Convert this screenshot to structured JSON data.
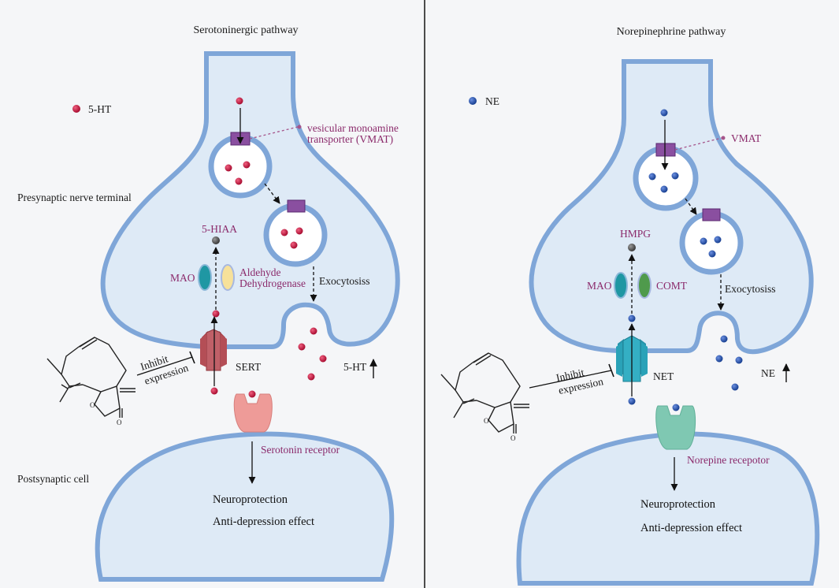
{
  "left": {
    "title": "Serotoninergic pathway",
    "legend": "5-HT",
    "presynaptic": "Presynaptic nerve terminal",
    "postsynaptic": "Postsynaptic cell",
    "vmat_line1": "vesicular monoamine",
    "vmat_line2": "transporter (VMAT)",
    "metabolite": "5-HIAA",
    "enzyme1": "MAO",
    "enzyme2_line1": "Aldehyde",
    "enzyme2_line2": "Dehydrogenase",
    "exocytosis": "Exocytosiss",
    "inhibit": "Inhibit",
    "expression": "expression",
    "transporter": "SERT",
    "level": "5-HT",
    "receptor": "Serotonin receptor",
    "effect1": "Neuroprotection",
    "effect2": "Anti-depression effect"
  },
  "right": {
    "title": "Norepinephrine pathway",
    "legend": "NE",
    "vmat": "VMAT",
    "metabolite": "HMPG",
    "enzyme1": "MAO",
    "enzyme2": "COMT",
    "exocytosis": "Exocytosiss",
    "inhibit": "Inhibit",
    "expression": "expression",
    "transporter": "NET",
    "level": "NE",
    "receptor": "Norepine recepotor",
    "effect1": "Neuroprotection",
    "effect2": "Anti-depression effect"
  },
  "colors": {
    "panel_bg": "#f5f6f8",
    "cell_fill": "#deeaf6",
    "membrane": "#7fa6d8",
    "serotonin": "#c0143c",
    "norepinephrine": "#2350a8",
    "vmat": "#8a4fa0",
    "sert": "#b24e55",
    "net": "#2a9fb5",
    "serotonin_receptor": "#ee9b98",
    "ne_receptor": "#7fc8b2",
    "label_purple": "#8b2a6b"
  }
}
